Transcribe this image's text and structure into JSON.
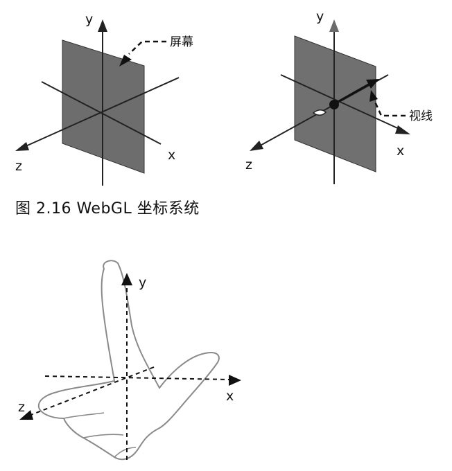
{
  "diagrams": {
    "left": {
      "x_label": "x",
      "y_label": "y",
      "z_label": "z",
      "screen_label": "屏幕"
    },
    "right": {
      "x_label": "x",
      "y_label": "y",
      "z_label": "z",
      "sight_label": "视线"
    },
    "hand": {
      "x_label": "x",
      "y_label": "y",
      "z_label": "z"
    }
  },
  "caption": "图 2.16 WebGL 坐标系统",
  "colors": {
    "plane_fill": "#6f6f6f",
    "axis": "#222222",
    "arrow": "#2a2a2a",
    "hand_outline": "#8a8a8a"
  }
}
